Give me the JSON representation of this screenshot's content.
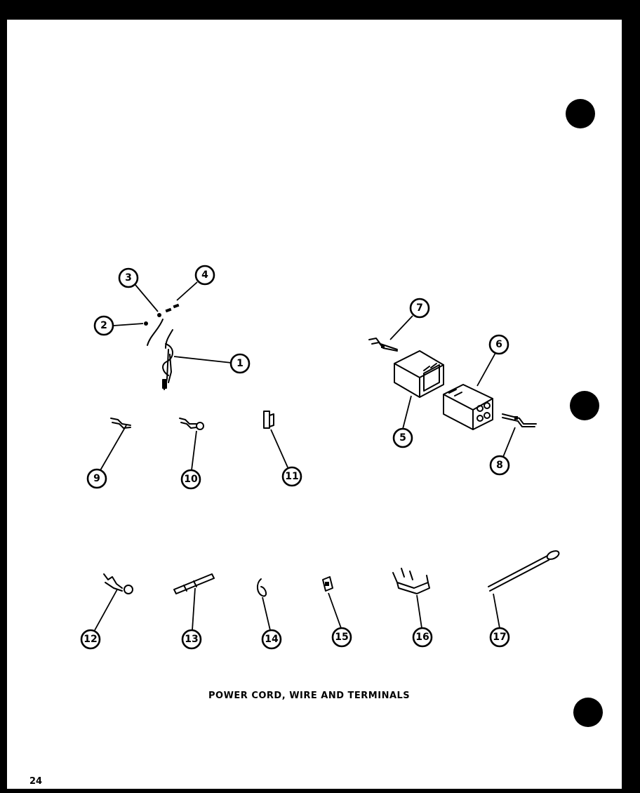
{
  "caption": "POWER CORD, WIRE AND TERMINALS",
  "page_number": "24",
  "callouts": [
    "1",
    "2",
    "3",
    "4",
    "5",
    "6",
    "7",
    "8",
    "9",
    "10",
    "11",
    "12",
    "13",
    "14",
    "15",
    "16",
    "17"
  ]
}
